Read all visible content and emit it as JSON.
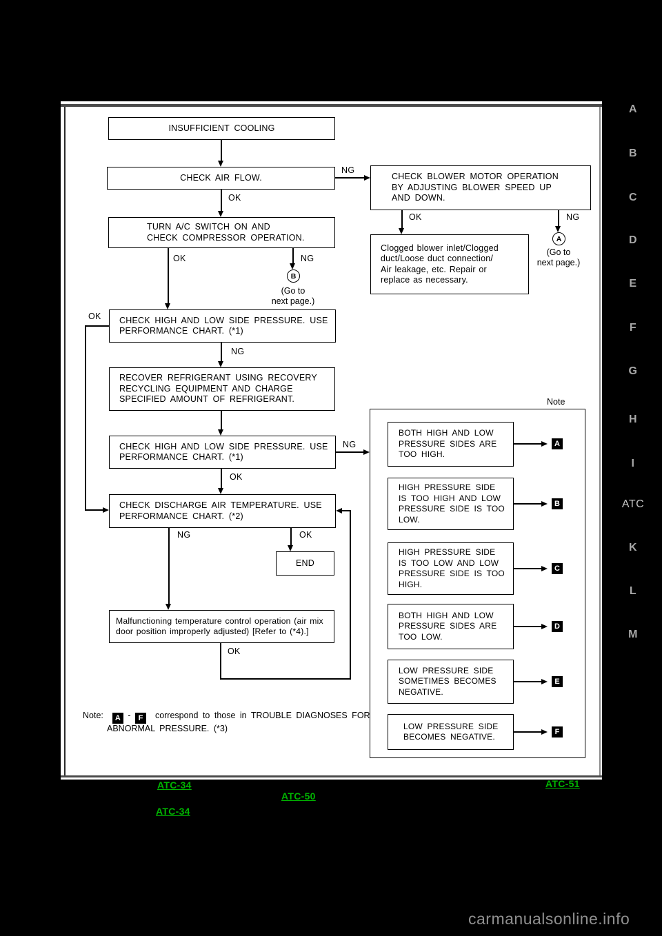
{
  "labels": {
    "ok": "OK",
    "ng": "NG",
    "goto1": "(Go to",
    "goto2": "next page.)",
    "circle_a": "A",
    "circle_b": "B"
  },
  "flow": {
    "insufficient": {
      "l1": "INSUFFICIENT COOLING"
    },
    "airflow": {
      "l1": "CHECK AIR FLOW."
    },
    "blower": {
      "l1": "CHECK BLOWER MOTOR OPERATION",
      "l2": "BY ADJUSTING BLOWER SPEED UP",
      "l3": "AND DOWN."
    },
    "turnac": {
      "l1": "TURN A/C SWITCH ON AND",
      "l2": "CHECK COMPRESSOR OPERATION."
    },
    "clogged": {
      "l1": "Clogged blower inlet/Clogged",
      "l2": "duct/Loose duct connection/",
      "l3": "Air leakage, etc. Repair or",
      "l4": "replace as necessary."
    },
    "pressure1": {
      "l1": "CHECK HIGH AND LOW SIDE PRESSURE. USE",
      "l2": "PERFORMANCE CHART. (*1)"
    },
    "recover": {
      "l1": "RECOVER REFRIGERANT USING RECOVERY",
      "l2": "RECYCLING EQUIPMENT AND CHARGE",
      "l3": "SPECIFIED AMOUNT OF REFRIGERANT."
    },
    "pressure2": {
      "l1": "CHECK HIGH AND LOW SIDE PRESSURE. USE",
      "l2": "PERFORMANCE CHART. (*1)"
    },
    "discharge": {
      "l1": "CHECK DISCHARGE AIR TEMPERATURE. USE",
      "l2": "PERFORMANCE CHART. (*2)"
    },
    "end": "END",
    "malfunction": {
      "l1": "Malfunctioning temperature control operation (air mix",
      "l2": "door position improperly adjusted) [Refer to (*4).]"
    }
  },
  "note": {
    "label": "Note",
    "boxes": [
      {
        "tag": "A",
        "lines": [
          "BOTH HIGH AND LOW",
          "PRESSURE SIDES ARE",
          "TOO HIGH."
        ]
      },
      {
        "tag": "B",
        "lines": [
          "HIGH PRESSURE SIDE",
          "IS TOO HIGH AND LOW",
          "PRESSURE SIDE IS TOO",
          "LOW."
        ]
      },
      {
        "tag": "C",
        "lines": [
          "HIGH PRESSURE SIDE",
          "IS TOO LOW AND LOW",
          "PRESSURE SIDE IS TOO",
          "HIGH."
        ]
      },
      {
        "tag": "D",
        "lines": [
          "BOTH HIGH AND LOW",
          "PRESSURE SIDES ARE",
          "TOO LOW."
        ]
      },
      {
        "tag": "E",
        "lines": [
          "LOW PRESSURE SIDE",
          "SOMETIMES BECOMES",
          "NEGATIVE."
        ]
      },
      {
        "tag": "F",
        "lines": [
          "LOW PRESSURE SIDE",
          "BECOMES NEGATIVE."
        ]
      }
    ],
    "footnote": {
      "prefix": "Note:",
      "chip_a": "A",
      "dash": "-",
      "chip_f": "F",
      "line1": "correspond to those in TROUBLE DIAGNOSES FOR",
      "line2": "ABNORMAL PRESSURE. (*3)"
    }
  },
  "tabs": {
    "items": [
      "A",
      "B",
      "C",
      "D",
      "E",
      "F",
      "G",
      "H",
      "I",
      "ATC",
      "K",
      "L",
      "M"
    ]
  },
  "links": {
    "items": [
      "ATC-34",
      "ATC-50",
      "ATC-51",
      "ATC-34"
    ]
  },
  "watermark": {
    "text": "carmanualsonline.info"
  },
  "colors": {
    "link_green": "#00b400",
    "tab_gray": "#a8a8a8",
    "watermark_gray": "#8f8f8f"
  }
}
